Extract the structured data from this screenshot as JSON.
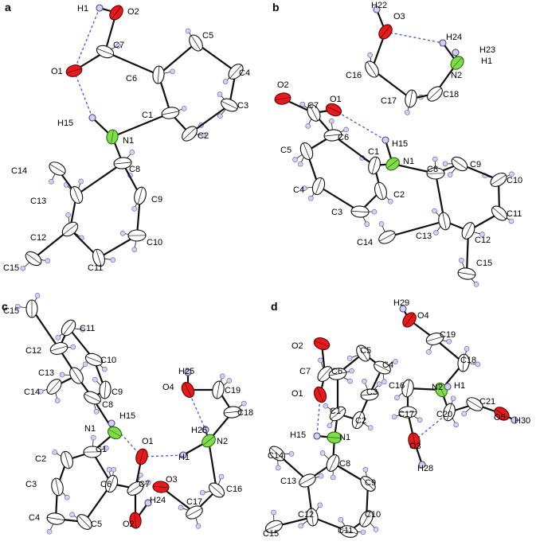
{
  "colors": {
    "carbon": "#ffffff",
    "oxygen": "#e41a1c",
    "nitrogen": "#7fdc4a",
    "hydrogen": "#d8d0f0",
    "bond": "#111111",
    "hbond": "#3b55d9"
  },
  "panels": [
    {
      "label": "a",
      "atoms": [
        {
          "id": "H1",
          "label": "H1",
          "el": "H"
        },
        {
          "id": "O2",
          "label": "O2",
          "el": "O"
        },
        {
          "id": "O1",
          "label": "O1",
          "el": "O"
        },
        {
          "id": "C7",
          "label": "C7",
          "el": "C"
        },
        {
          "id": "C5",
          "label": "C5",
          "el": "C"
        },
        {
          "id": "C6",
          "label": "C6",
          "el": "C"
        },
        {
          "id": "C4",
          "label": "C4",
          "el": "C"
        },
        {
          "id": "C1",
          "label": "C1",
          "el": "C"
        },
        {
          "id": "C3",
          "label": "C3",
          "el": "C"
        },
        {
          "id": "H15",
          "label": "H15",
          "el": "H"
        },
        {
          "id": "N1",
          "label": "N1",
          "el": "N"
        },
        {
          "id": "C2",
          "label": "C2",
          "el": "C"
        },
        {
          "id": "C8",
          "label": "C8",
          "el": "C"
        },
        {
          "id": "C14",
          "label": "C14",
          "el": "C"
        },
        {
          "id": "C13",
          "label": "C13",
          "el": "C"
        },
        {
          "id": "C9",
          "label": "C9",
          "el": "C"
        },
        {
          "id": "C12",
          "label": "C12",
          "el": "C"
        },
        {
          "id": "C10",
          "label": "C10",
          "el": "C"
        },
        {
          "id": "C15",
          "label": "C15",
          "el": "C"
        },
        {
          "id": "C11",
          "label": "C11",
          "el": "C"
        }
      ]
    },
    {
      "label": "b",
      "atoms": [
        {
          "id": "H22",
          "label": "H22",
          "el": "H"
        },
        {
          "id": "O3",
          "label": "O3",
          "el": "O"
        },
        {
          "id": "H24",
          "label": "H24",
          "el": "H"
        },
        {
          "id": "H23",
          "label": "H23",
          "el": "H"
        },
        {
          "id": "C16",
          "label": "C16",
          "el": "C"
        },
        {
          "id": "H1",
          "label": "H1",
          "el": "H"
        },
        {
          "id": "N2",
          "label": "N2",
          "el": "N"
        },
        {
          "id": "O2",
          "label": "O2",
          "el": "O"
        },
        {
          "id": "O1",
          "label": "O1",
          "el": "O"
        },
        {
          "id": "C7",
          "label": "C7",
          "el": "C"
        },
        {
          "id": "C17",
          "label": "C17",
          "el": "C"
        },
        {
          "id": "C18",
          "label": "C18",
          "el": "C"
        },
        {
          "id": "C6",
          "label": "C6",
          "el": "C"
        },
        {
          "id": "H15",
          "label": "H15",
          "el": "H"
        },
        {
          "id": "C5",
          "label": "C5",
          "el": "C"
        },
        {
          "id": "C1",
          "label": "C1",
          "el": "C"
        },
        {
          "id": "N1",
          "label": "N1",
          "el": "N"
        },
        {
          "id": "C8",
          "label": "C8",
          "el": "C"
        },
        {
          "id": "C9",
          "label": "C9",
          "el": "C"
        },
        {
          "id": "C2",
          "label": "C2",
          "el": "C"
        },
        {
          "id": "C4",
          "label": "C4",
          "el": "C"
        },
        {
          "id": "C10",
          "label": "C10",
          "el": "C"
        },
        {
          "id": "C3",
          "label": "C3",
          "el": "C"
        },
        {
          "id": "C11",
          "label": "C11",
          "el": "C"
        },
        {
          "id": "C13",
          "label": "C13",
          "el": "C"
        },
        {
          "id": "C12",
          "label": "C12",
          "el": "C"
        },
        {
          "id": "C14",
          "label": "C14",
          "el": "C"
        },
        {
          "id": "C15",
          "label": "C15",
          "el": "C"
        }
      ]
    },
    {
      "label": "c",
      "atoms": [
        {
          "id": "C15",
          "label": "C15",
          "el": "C"
        },
        {
          "id": "C11",
          "label": "C11",
          "el": "C"
        },
        {
          "id": "C12",
          "label": "C12",
          "el": "C"
        },
        {
          "id": "C10",
          "label": "C10",
          "el": "C"
        },
        {
          "id": "C13",
          "label": "C13",
          "el": "C"
        },
        {
          "id": "C9",
          "label": "C9",
          "el": "C"
        },
        {
          "id": "C14",
          "label": "C14",
          "el": "C"
        },
        {
          "id": "H25",
          "label": "H25",
          "el": "H"
        },
        {
          "id": "C8",
          "label": "C8",
          "el": "C"
        },
        {
          "id": "O4",
          "label": "O4",
          "el": "O"
        },
        {
          "id": "C19",
          "label": "C19",
          "el": "C"
        },
        {
          "id": "H15",
          "label": "H15",
          "el": "H"
        },
        {
          "id": "C18",
          "label": "C18",
          "el": "C"
        },
        {
          "id": "N1",
          "label": "N1",
          "el": "N"
        },
        {
          "id": "H26",
          "label": "H26",
          "el": "H"
        },
        {
          "id": "O1",
          "label": "O1",
          "el": "O"
        },
        {
          "id": "N2",
          "label": "N2",
          "el": "N"
        },
        {
          "id": "C1",
          "label": "C1",
          "el": "C"
        },
        {
          "id": "H1",
          "label": "H1",
          "el": "H"
        },
        {
          "id": "C2",
          "label": "C2",
          "el": "C"
        },
        {
          "id": "C6",
          "label": "C6",
          "el": "C"
        },
        {
          "id": "C7",
          "label": "C7",
          "el": "C"
        },
        {
          "id": "O3",
          "label": "O3",
          "el": "O"
        },
        {
          "id": "C16",
          "label": "C16",
          "el": "C"
        },
        {
          "id": "C3",
          "label": "C3",
          "el": "C"
        },
        {
          "id": "H24",
          "label": "H24",
          "el": "H"
        },
        {
          "id": "C17",
          "label": "C17",
          "el": "C"
        },
        {
          "id": "C4",
          "label": "C4",
          "el": "C"
        },
        {
          "id": "C5",
          "label": "C5",
          "el": "C"
        },
        {
          "id": "O2",
          "label": "O2",
          "el": "O"
        }
      ]
    },
    {
      "label": "d",
      "atoms": [
        {
          "id": "H29",
          "label": "H29",
          "el": "H"
        },
        {
          "id": "O4",
          "label": "O4",
          "el": "O"
        },
        {
          "id": "C19",
          "label": "C19",
          "el": "C"
        },
        {
          "id": "O2",
          "label": "O2",
          "el": "O"
        },
        {
          "id": "C5",
          "label": "C5",
          "el": "C"
        },
        {
          "id": "C18",
          "label": "C18",
          "el": "C"
        },
        {
          "id": "C7",
          "label": "C7",
          "el": "C"
        },
        {
          "id": "C6",
          "label": "C6",
          "el": "C"
        },
        {
          "id": "C4",
          "label": "C4",
          "el": "C"
        },
        {
          "id": "N2",
          "label": "N2",
          "el": "N"
        },
        {
          "id": "C16",
          "label": "C16",
          "el": "C"
        },
        {
          "id": "H1",
          "label": "H1",
          "el": "H"
        },
        {
          "id": "C3",
          "label": "C3",
          "el": "C"
        },
        {
          "id": "C21",
          "label": "C21",
          "el": "C"
        },
        {
          "id": "O1",
          "label": "O1",
          "el": "O"
        },
        {
          "id": "C20",
          "label": "C20",
          "el": "C"
        },
        {
          "id": "C1",
          "label": "C1",
          "el": "C"
        },
        {
          "id": "C17",
          "label": "C17",
          "el": "C"
        },
        {
          "id": "O5",
          "label": "O5",
          "el": "O"
        },
        {
          "id": "H30",
          "label": "H30",
          "el": "H"
        },
        {
          "id": "C2",
          "label": "C2",
          "el": "C"
        },
        {
          "id": "H15",
          "label": "H15",
          "el": "H"
        },
        {
          "id": "N1",
          "label": "N1",
          "el": "N"
        },
        {
          "id": "C14",
          "label": "C14",
          "el": "C"
        },
        {
          "id": "O3",
          "label": "O3",
          "el": "O"
        },
        {
          "id": "C8",
          "label": "C8",
          "el": "C"
        },
        {
          "id": "C13",
          "label": "C13",
          "el": "C"
        },
        {
          "id": "H28",
          "label": "H28",
          "el": "H"
        },
        {
          "id": "C9",
          "label": "C9",
          "el": "C"
        },
        {
          "id": "C12",
          "label": "C12",
          "el": "C"
        },
        {
          "id": "C10",
          "label": "C10",
          "el": "C"
        },
        {
          "id": "C15",
          "label": "C15",
          "el": "C"
        },
        {
          "id": "C11",
          "label": "C11",
          "el": "C"
        }
      ]
    }
  ]
}
